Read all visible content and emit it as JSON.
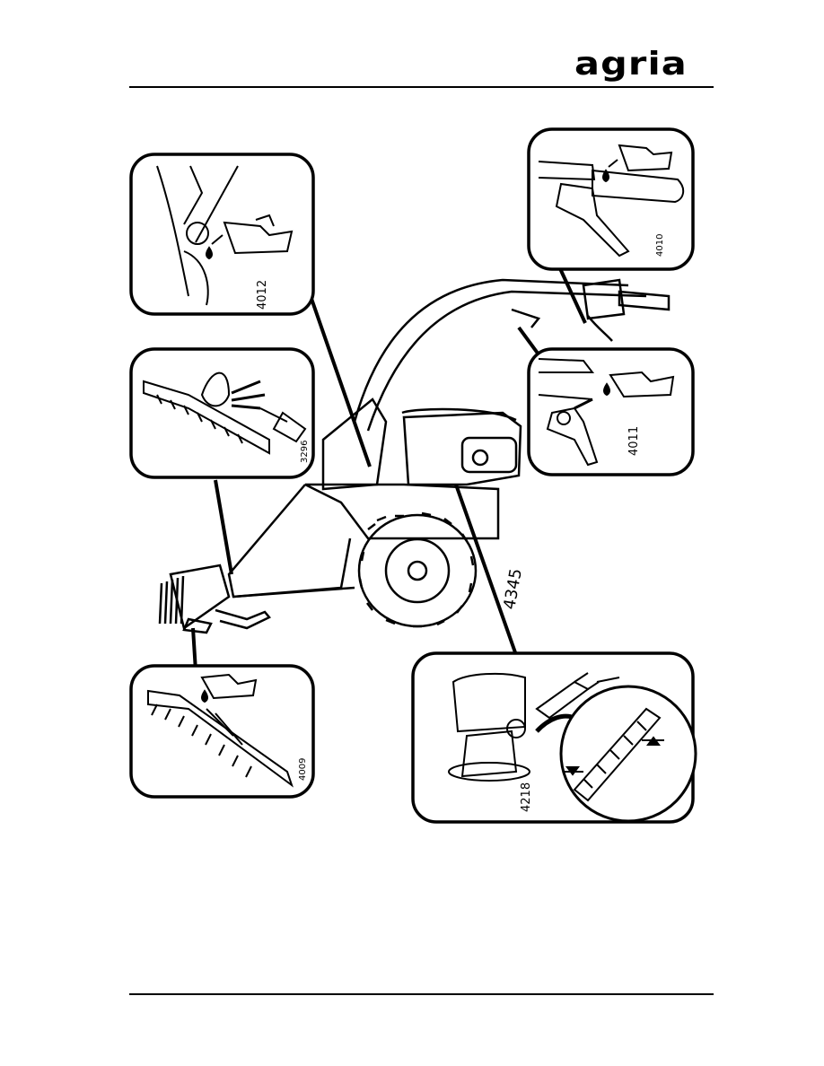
{
  "header": {
    "brand": "agria"
  },
  "figure": {
    "main_label": "4345",
    "insets": [
      {
        "label": "4012"
      },
      {
        "label": "3296"
      },
      {
        "label": "4009"
      },
      {
        "label": "4010"
      },
      {
        "label": "4011"
      },
      {
        "label": "4218"
      }
    ]
  }
}
